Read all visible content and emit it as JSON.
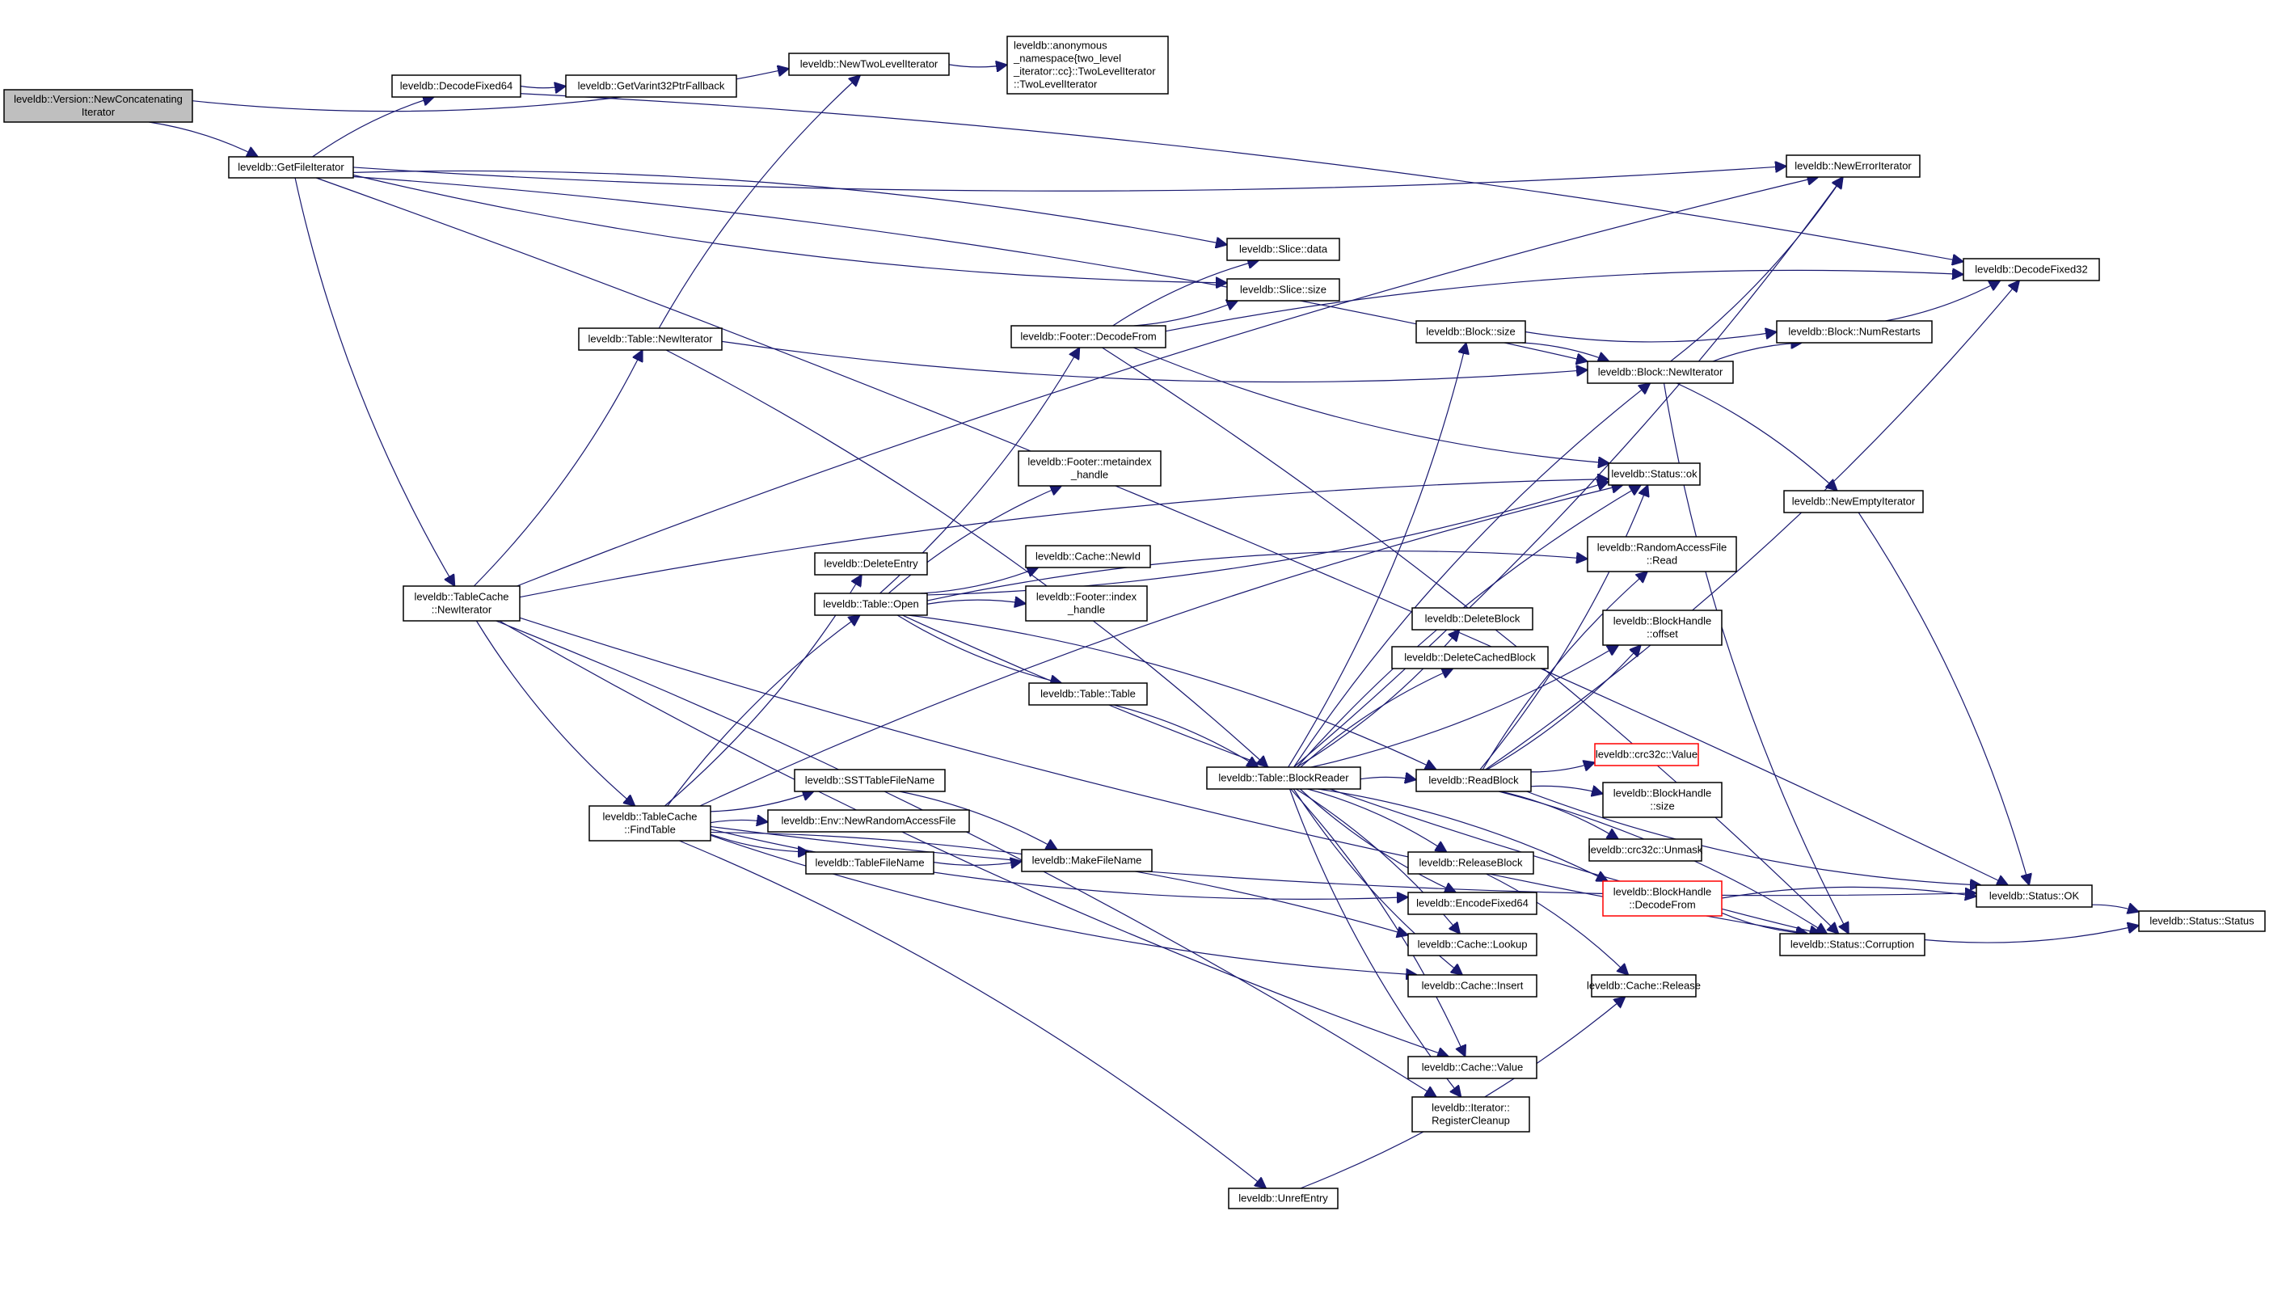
{
  "graph": {
    "title": "Call graph of leveldb::Version::NewConcatenatingIterator",
    "colors": {
      "edge": "#191970",
      "root_fill": "#bfbfbf",
      "node_fill": "#ffffff",
      "node_border": "#000000",
      "truncated_border": "#ff0000"
    },
    "nodes": [
      {
        "id": "root",
        "lines": [
          "leveldb::Version::NewConcatenating",
          "Iterator"
        ],
        "style": "root"
      },
      {
        "id": "getfileiter",
        "lines": [
          "leveldb::GetFileIterator"
        ]
      },
      {
        "id": "decodefixed64",
        "lines": [
          "leveldb::DecodeFixed64"
        ]
      },
      {
        "id": "getvarint",
        "lines": [
          "leveldb::GetVarint32PtrFallback"
        ]
      },
      {
        "id": "newtwolevel",
        "lines": [
          "leveldb::NewTwoLevelIterator"
        ]
      },
      {
        "id": "twolevel",
        "lines": [
          "leveldb::anonymous",
          "_namespace{two_level",
          "_iterator::cc}::TwoLevelIterator",
          "::TwoLevelIterator"
        ],
        "align": "left"
      },
      {
        "id": "newerroriter",
        "lines": [
          "leveldb::NewErrorIterator"
        ]
      },
      {
        "id": "slicedata",
        "lines": [
          "leveldb::Slice::data"
        ]
      },
      {
        "id": "slicesize",
        "lines": [
          "leveldb::Slice::size"
        ]
      },
      {
        "id": "decodefixed32",
        "lines": [
          "leveldb::DecodeFixed32"
        ]
      },
      {
        "id": "tablenewiter",
        "lines": [
          "leveldb::Table::NewIterator"
        ]
      },
      {
        "id": "footerdecode",
        "lines": [
          "leveldb::Footer::DecodeFrom"
        ]
      },
      {
        "id": "blocksize",
        "lines": [
          "leveldb::Block::size"
        ]
      },
      {
        "id": "numrestarts",
        "lines": [
          "leveldb::Block::NumRestarts"
        ]
      },
      {
        "id": "blocknewiter",
        "lines": [
          "leveldb::Block::NewIterator"
        ]
      },
      {
        "id": "statusok",
        "lines": [
          "leveldb::Status::ok"
        ]
      },
      {
        "id": "metaindex",
        "lines": [
          "leveldb::Footer::metaindex",
          "_handle"
        ]
      },
      {
        "id": "newempty",
        "lines": [
          "leveldb::NewEmptyIterator"
        ]
      },
      {
        "id": "rafread",
        "lines": [
          "leveldb::RandomAccessFile",
          "::Read"
        ]
      },
      {
        "id": "deleteentry",
        "lines": [
          "leveldb::DeleteEntry"
        ]
      },
      {
        "id": "cachenewid",
        "lines": [
          "leveldb::Cache::NewId"
        ]
      },
      {
        "id": "tcnewiter",
        "lines": [
          "leveldb::TableCache",
          "::NewIterator"
        ]
      },
      {
        "id": "tableopen",
        "lines": [
          "leveldb::Table::Open"
        ]
      },
      {
        "id": "indexhandle",
        "lines": [
          "leveldb::Footer::index",
          "_handle"
        ]
      },
      {
        "id": "deleteblock",
        "lines": [
          "leveldb::DeleteBlock"
        ]
      },
      {
        "id": "bhoffset",
        "lines": [
          "leveldb::BlockHandle",
          "::offset"
        ]
      },
      {
        "id": "deletecached",
        "lines": [
          "leveldb::DeleteCachedBlock"
        ]
      },
      {
        "id": "tabletable",
        "lines": [
          "leveldb::Table::Table"
        ]
      },
      {
        "id": "crcvalue",
        "lines": [
          "leveldb::crc32c::Value"
        ],
        "style": "red"
      },
      {
        "id": "blockreader",
        "lines": [
          "leveldb::Table::BlockReader"
        ]
      },
      {
        "id": "readblock",
        "lines": [
          "leveldb::ReadBlock"
        ]
      },
      {
        "id": "sstname",
        "lines": [
          "leveldb::SSTTableFileName"
        ]
      },
      {
        "id": "bhsize",
        "lines": [
          "leveldb::BlockHandle",
          "::size"
        ]
      },
      {
        "id": "findtable",
        "lines": [
          "leveldb::TableCache",
          "::FindTable"
        ]
      },
      {
        "id": "envnewraf",
        "lines": [
          "leveldb::Env::NewRandomAccessFile"
        ]
      },
      {
        "id": "crcunmask",
        "lines": [
          "leveldb::crc32c::Unmask"
        ]
      },
      {
        "id": "tablefilename",
        "lines": [
          "leveldb::TableFileName"
        ]
      },
      {
        "id": "makefilename",
        "lines": [
          "leveldb::MakeFileName"
        ]
      },
      {
        "id": "releaseblock",
        "lines": [
          "leveldb::ReleaseBlock"
        ]
      },
      {
        "id": "bhdecode",
        "lines": [
          "leveldb::BlockHandle",
          "::DecodeFrom"
        ],
        "style": "red"
      },
      {
        "id": "statusOK",
        "lines": [
          "leveldb::Status::OK"
        ]
      },
      {
        "id": "statusstatus",
        "lines": [
          "leveldb::Status::Status"
        ]
      },
      {
        "id": "encodefixed64",
        "lines": [
          "leveldb::EncodeFixed64"
        ]
      },
      {
        "id": "corruption",
        "lines": [
          "leveldb::Status::Corruption"
        ]
      },
      {
        "id": "cachelookup",
        "lines": [
          "leveldb::Cache::Lookup"
        ]
      },
      {
        "id": "cacheinsert",
        "lines": [
          "leveldb::Cache::Insert"
        ]
      },
      {
        "id": "cacherelease",
        "lines": [
          "leveldb::Cache::Release"
        ]
      },
      {
        "id": "cachevalue",
        "lines": [
          "leveldb::Cache::Value"
        ]
      },
      {
        "id": "regcleanup",
        "lines": [
          "leveldb::Iterator::",
          "RegisterCleanup"
        ]
      },
      {
        "id": "unrefentry",
        "lines": [
          "leveldb::UnrefEntry"
        ]
      }
    ],
    "edges": [
      [
        "root",
        "getfileiter"
      ],
      [
        "root",
        "newtwolevel"
      ],
      [
        "getfileiter",
        "decodefixed64"
      ],
      [
        "getfileiter",
        "newerroriter"
      ],
      [
        "getfileiter",
        "slicedata"
      ],
      [
        "getfileiter",
        "slicesize"
      ],
      [
        "getfileiter",
        "blocknewiter"
      ],
      [
        "getfileiter",
        "tcnewiter"
      ],
      [
        "getfileiter",
        "statusOK"
      ],
      [
        "decodefixed64",
        "getvarint"
      ],
      [
        "decodefixed64",
        "decodefixed32"
      ],
      [
        "newtwolevel",
        "twolevel"
      ],
      [
        "tablenewiter",
        "newtwolevel"
      ],
      [
        "tablenewiter",
        "blocknewiter"
      ],
      [
        "tablenewiter",
        "blockreader"
      ],
      [
        "tcnewiter",
        "tablenewiter"
      ],
      [
        "tcnewiter",
        "newerroriter"
      ],
      [
        "tcnewiter",
        "findtable"
      ],
      [
        "tcnewiter",
        "statusok"
      ],
      [
        "tcnewiter",
        "cachevalue"
      ],
      [
        "tcnewiter",
        "regcleanup"
      ],
      [
        "tcnewiter",
        "corruption"
      ],
      [
        "footerdecode",
        "slicedata"
      ],
      [
        "footerdecode",
        "slicesize"
      ],
      [
        "footerdecode",
        "decodefixed32"
      ],
      [
        "footerdecode",
        "statusok"
      ],
      [
        "footerdecode",
        "corruption"
      ],
      [
        "blocksize",
        "numrestarts"
      ],
      [
        "blocksize",
        "blocknewiter"
      ],
      [
        "numrestarts",
        "decodefixed32"
      ],
      [
        "blocknewiter",
        "numrestarts"
      ],
      [
        "blocknewiter",
        "newerroriter"
      ],
      [
        "blocknewiter",
        "newempty"
      ],
      [
        "blocknewiter",
        "corruption"
      ],
      [
        "newempty",
        "statusOK"
      ],
      [
        "tableopen",
        "footerdecode"
      ],
      [
        "tableopen",
        "metaindex"
      ],
      [
        "tableopen",
        "cachenewid"
      ],
      [
        "tableopen",
        "indexhandle"
      ],
      [
        "tableopen",
        "statusok"
      ],
      [
        "tableopen",
        "rafread"
      ],
      [
        "tableopen",
        "tabletable"
      ],
      [
        "tableopen",
        "readblock"
      ],
      [
        "tableopen",
        "corruption"
      ],
      [
        "tabletable",
        "blockreader"
      ],
      [
        "findtable",
        "deleteentry"
      ],
      [
        "findtable",
        "tableopen"
      ],
      [
        "findtable",
        "sstname"
      ],
      [
        "findtable",
        "envnewraf"
      ],
      [
        "findtable",
        "tablefilename"
      ],
      [
        "findtable",
        "statusok"
      ],
      [
        "findtable",
        "encodefixed64"
      ],
      [
        "findtable",
        "cachelookup"
      ],
      [
        "findtable",
        "cacheinsert"
      ],
      [
        "findtable",
        "unrefentry"
      ],
      [
        "findtable",
        "statusOK"
      ],
      [
        "sstname",
        "makefilename"
      ],
      [
        "tablefilename",
        "makefilename"
      ],
      [
        "blockreader",
        "readblock"
      ],
      [
        "blockreader",
        "blocksize"
      ],
      [
        "blockreader",
        "blocknewiter"
      ],
      [
        "blockreader",
        "newerroriter"
      ],
      [
        "blockreader",
        "statusok"
      ],
      [
        "blockreader",
        "deleteblock"
      ],
      [
        "blockreader",
        "deletecached"
      ],
      [
        "blockreader",
        "bhoffset"
      ],
      [
        "blockreader",
        "releaseblock"
      ],
      [
        "blockreader",
        "encodefixed64"
      ],
      [
        "blockreader",
        "cachelookup"
      ],
      [
        "blockreader",
        "cacheinsert"
      ],
      [
        "blockreader",
        "cachevalue"
      ],
      [
        "blockreader",
        "regcleanup"
      ],
      [
        "blockreader",
        "bhdecode"
      ],
      [
        "readblock",
        "statusok"
      ],
      [
        "readblock",
        "rafread"
      ],
      [
        "readblock",
        "bhoffset"
      ],
      [
        "readblock",
        "bhsize"
      ],
      [
        "readblock",
        "crcvalue"
      ],
      [
        "readblock",
        "crcunmask"
      ],
      [
        "readblock",
        "decodefixed32"
      ],
      [
        "readblock",
        "corruption"
      ],
      [
        "readblock",
        "statusOK"
      ],
      [
        "bhdecode",
        "statusOK"
      ],
      [
        "bhdecode",
        "corruption"
      ],
      [
        "releaseblock",
        "cacherelease"
      ],
      [
        "unrefentry",
        "cacherelease"
      ],
      [
        "statusOK",
        "statusstatus"
      ],
      [
        "corruption",
        "statusstatus"
      ]
    ]
  }
}
